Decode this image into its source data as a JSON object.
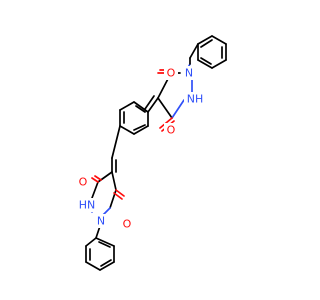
{
  "molecule": {
    "atom_labels": {
      "o_upper_right": "O",
      "o_upper_lower": "O",
      "o_lower_upper": "O",
      "o_lower_lower": "O",
      "n_upper_phenyl": "N",
      "nh_upper": "NH",
      "hn_lower": "HN",
      "n_lower_phenyl": "N"
    },
    "colors": {
      "bond": "#000000",
      "oxygen": "#ff0d0d",
      "nitrogen": "#3050f8",
      "background": "#ffffff"
    }
  }
}
